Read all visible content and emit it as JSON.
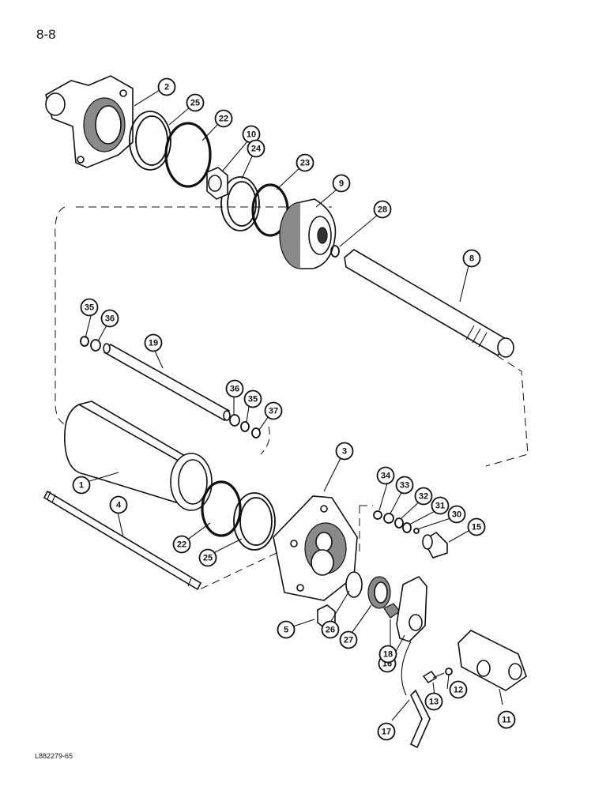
{
  "page_number": "8-8",
  "reference_code": "L882279-65",
  "callouts": [
    {
      "label": "1"
    },
    {
      "label": "2"
    },
    {
      "label": "3"
    },
    {
      "label": "4"
    },
    {
      "label": "5"
    },
    {
      "label": "8"
    },
    {
      "label": "9"
    },
    {
      "label": "10"
    },
    {
      "label": "11"
    },
    {
      "label": "12"
    },
    {
      "label": "13"
    },
    {
      "label": "15"
    },
    {
      "label": "16"
    },
    {
      "label": "17"
    },
    {
      "label": "18"
    },
    {
      "label": "19"
    },
    {
      "label": "22"
    },
    {
      "label": "22"
    },
    {
      "label": "23"
    },
    {
      "label": "24"
    },
    {
      "label": "25"
    },
    {
      "label": "25"
    },
    {
      "label": "26"
    },
    {
      "label": "27"
    },
    {
      "label": "28"
    },
    {
      "label": "30"
    },
    {
      "label": "31"
    },
    {
      "label": "32"
    },
    {
      "label": "33"
    },
    {
      "label": "34"
    },
    {
      "label": "35"
    },
    {
      "label": "35"
    },
    {
      "label": "36"
    },
    {
      "label": "36"
    },
    {
      "label": "37"
    }
  ]
}
